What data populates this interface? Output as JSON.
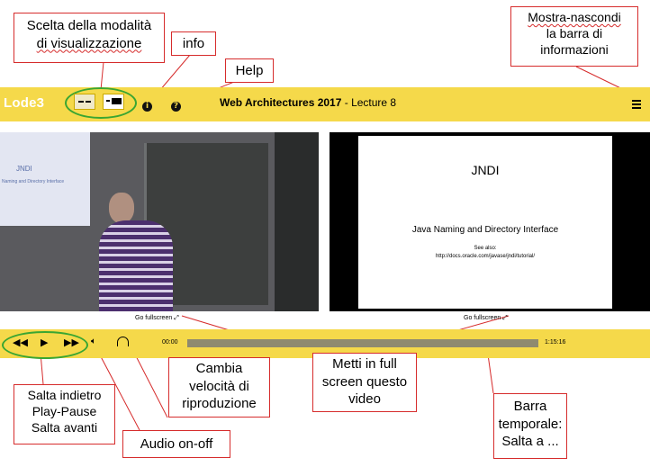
{
  "header": {
    "logo": "Lode3",
    "title_bold": "Web Architectures 2017",
    "title_rest": " - Lecture 8"
  },
  "slide": {
    "title": "JNDI",
    "subtitle": "Java Naming and Directory Interface",
    "see_also": "See also:",
    "url": "http://docs.oracle.com/javase/jndi/tutorial/"
  },
  "left_video_slide": {
    "title": "JNDI",
    "subtitle": "Naming and Directory Interface"
  },
  "fullscreen_label": "Go fullscreen",
  "player": {
    "time_current": "00:00",
    "time_total": "1:15:16"
  },
  "callouts": {
    "mode": [
      "Scelta della modalità",
      "di visualizzazione"
    ],
    "info": "info",
    "help": "Help",
    "toggle_bar": [
      "Mostra-nascondi",
      "la barra di",
      "informazioni"
    ],
    "controls": [
      "Salta indietro",
      "Play-Pause",
      "Salta avanti"
    ],
    "audio": "Audio on-off",
    "speed": [
      "Cambia",
      "velocità di",
      "riproduzione"
    ],
    "fullscreen": [
      "Metti in full",
      "screen questo",
      "video"
    ],
    "timeline": [
      "Barra",
      "temporale:",
      "Salta a ..."
    ]
  },
  "colors": {
    "accent": "#f5d94a",
    "annotation": "#d62c2c",
    "highlight": "#3aa632"
  }
}
